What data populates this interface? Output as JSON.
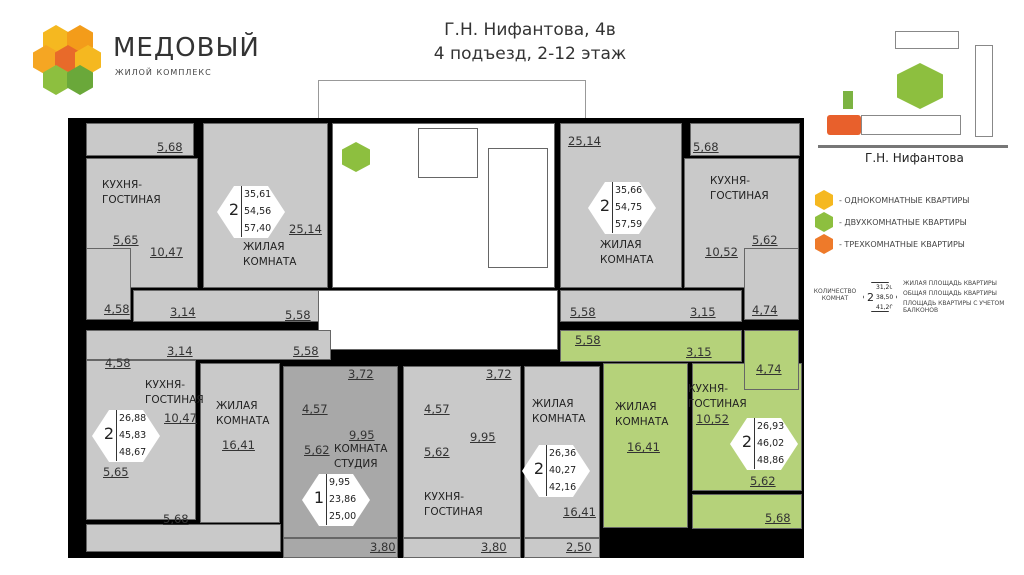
{
  "brand": {
    "name": "МЕДОВЫЙ",
    "subtitle": "ЖИЛОЙ КОМПЛЕКС"
  },
  "header": {
    "address": "Г.Н. Нифантова, 4в",
    "entrance": "4 подъезд, 2-12 этаж"
  },
  "minimap": {
    "street": "Г.Н. Нифантова",
    "highlight_color": "#e8602c",
    "arrow_color": "#7cb342"
  },
  "legend": {
    "types": [
      {
        "label": "- ОДНОКОМНАТНЫЕ КВАРТИРЫ",
        "color": "#f5b820"
      },
      {
        "label": "- ДВУХКОМНАТНЫЕ КВАРТИРЫ",
        "color": "#8dbf3f"
      },
      {
        "label": "- ТРЕХКОМНАТНЫЕ КВАРТИРЫ",
        "color": "#ee7a2a"
      }
    ],
    "rooms_count_label": "КОЛИЧЕСТВО КОМНАТ",
    "sample": {
      "n": "2",
      "a": "31,20",
      "b": "38,50",
      "c": "41,20"
    },
    "explain": [
      "ЖИЛАЯ ПЛОЩАДЬ КВАРТИРЫ",
      "ОБЩАЯ ПЛОЩАДЬ КВАРТИРЫ",
      "ПЛОЩАДЬ КВАРТИРЫ С УЧЕТОМ БАЛКОНОВ"
    ]
  },
  "labels": {
    "kitchen": "КУХНЯ-ГОСТИНАЯ",
    "living": "ЖИЛАЯ КОМНАТА",
    "studio": "КОМНАТА СТУДИЯ"
  },
  "apartments": [
    {
      "id": "top-left",
      "rooms": "2",
      "living": "35,61",
      "total": "54,56",
      "with_balcony": "57,40",
      "areas": [
        "5,68",
        "5,65",
        "10,47",
        "25,14",
        "4,58",
        "3,14",
        "5,58"
      ]
    },
    {
      "id": "top-right",
      "rooms": "2",
      "living": "35,66",
      "total": "54,75",
      "with_balcony": "57,59",
      "areas": [
        "25,14",
        "5,68",
        "10,52",
        "5,62",
        "4,74",
        "5,58",
        "3,15"
      ]
    },
    {
      "id": "mid-left",
      "rooms": "2",
      "living": "26,88",
      "total": "45,83",
      "with_balcony": "48,67",
      "areas": [
        "4,58",
        "3,14",
        "5,58",
        "10,47",
        "16,41",
        "5,65",
        "5,68"
      ]
    },
    {
      "id": "studio",
      "rooms": "1",
      "living": "9,95",
      "total": "23,86",
      "with_balcony": "25,00",
      "areas": [
        "3,72",
        "4,57",
        "9,95",
        "5,62",
        "3,80"
      ]
    },
    {
      "id": "one-room",
      "areas": [
        "3,72",
        "4,57",
        "9,95",
        "5,62",
        "3,80"
      ]
    },
    {
      "id": "mid-2room",
      "rooms": "2",
      "living": "26,36",
      "total": "40,27",
      "with_balcony": "42,16",
      "areas": [
        "16,41",
        "2,50"
      ]
    },
    {
      "id": "green",
      "rooms": "2",
      "living": "26,93",
      "total": "46,02",
      "with_balcony": "48,86",
      "areas": [
        "5,58",
        "3,15",
        "4,74",
        "10,52",
        "16,41",
        "5,62",
        "5,68"
      ]
    }
  ]
}
